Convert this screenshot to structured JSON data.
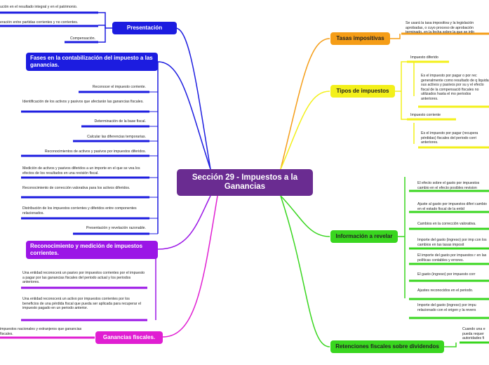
{
  "central": "Sección 29 - Impuestos a la Ganancias",
  "left": {
    "presentacion": {
      "title": "Presentación",
      "items": [
        "ución en el resultado integral y en el patrimonio.",
        "eración entre partidas corrientes y no corrientes.",
        "Compensación."
      ]
    },
    "fases": {
      "title": "Fases en la contabilización del impuesto a las ganancias.",
      "items": [
        "Reconocer el impuesto corriente.",
        "Identificación de los activos y pasivos que afectarán las ganancias fiscales.",
        "Determinación de la base fiscal.",
        "Calcular las diferencias temporarias.",
        "Reconocimientos de activos y pasivos por impuestos diferidos.",
        "Medición de activos y pasivos diferidos a un importe en el que se vea los efectos de los resultados en una revisión fiscal.",
        "Reconocimiento de corrección valorativa para los activos diferidos.",
        "Distribución de los impuestos corrientes y diferidos entre componentes relacionados.",
        "Presentación y revelación razonable."
      ]
    },
    "reconocimiento": {
      "title": "Reconocimiento y medición de impuestos corrientes.",
      "items": [
        "Una entidad reconocerá un pasivo por impuestos corrientes por el impuesto a pagar por las ganancias fiscales del periodo actual y los periodos anteriores.",
        "Una entidad reconocerá un activo por impuestos corrientes por los beneficios de una pérdida fiscal que pueda ser aplicada para recuperar el impuesto pagado en un periodo anterior."
      ]
    },
    "ganancias": {
      "title": "Ganancias fiscales.",
      "items": [
        "impuestos nacionales y extranjeros  que ganancias fiscales."
      ]
    }
  },
  "right": {
    "tasas": {
      "title": "Tasas impositivas",
      "items": [
        "Se usará la tasa impositiva y la legislación aprobadas, o cuyo proceso de aprobación terminado, en la fecha sobre la que se info"
      ]
    },
    "tipos": {
      "title": "Tipos de impuestos",
      "groups": [
        {
          "label": "Impuesto diferido",
          "text": "Es el impuesto por pagar o por rec generalmente como resultado de q liquida sus activos y pasivos por su y el efecto fiscal de la compensació fiscales no utilizados hasta el mo periodos anteriores."
        },
        {
          "label": "Impuesto corriente",
          "text": "Es el impuesto por pagar (recupera pérdidas) fiscales del periodo corri anteriores."
        }
      ]
    },
    "informacion": {
      "title": "Información a revelar",
      "items": [
        "El efecto sobre el gasto por impuestos cambio en el efecto posibles revision",
        "Ajuste al gasto por impuestos diferi cambio en el estado fiscal de la entid",
        "Cambios en la corrección valorativa.",
        "Importe del gasto (ingreso) por imp con los cambios en las tasas imposit",
        "El importe del gasto por impuestos r en las políticas contables y errores.",
        "El gasto (ingreso) por impuesto corr",
        "Ajustes reconocidos en el periodo.",
        "Importe del gasto (ingreso) por impu relacionado con el origen y la revers"
      ]
    },
    "retenciones": {
      "title": "Retenciones fiscales sobre dividendos",
      "items": [
        "Cuando una e pueda requer autoridades fi"
      ]
    }
  },
  "colors": {
    "central": "#6a2c91",
    "blue": "#1c1ce0",
    "purple": "#9b15e6",
    "magenta": "#e01ed2",
    "orange": "#f59d17",
    "yellow": "#f3f01a",
    "green": "#39d61f"
  }
}
